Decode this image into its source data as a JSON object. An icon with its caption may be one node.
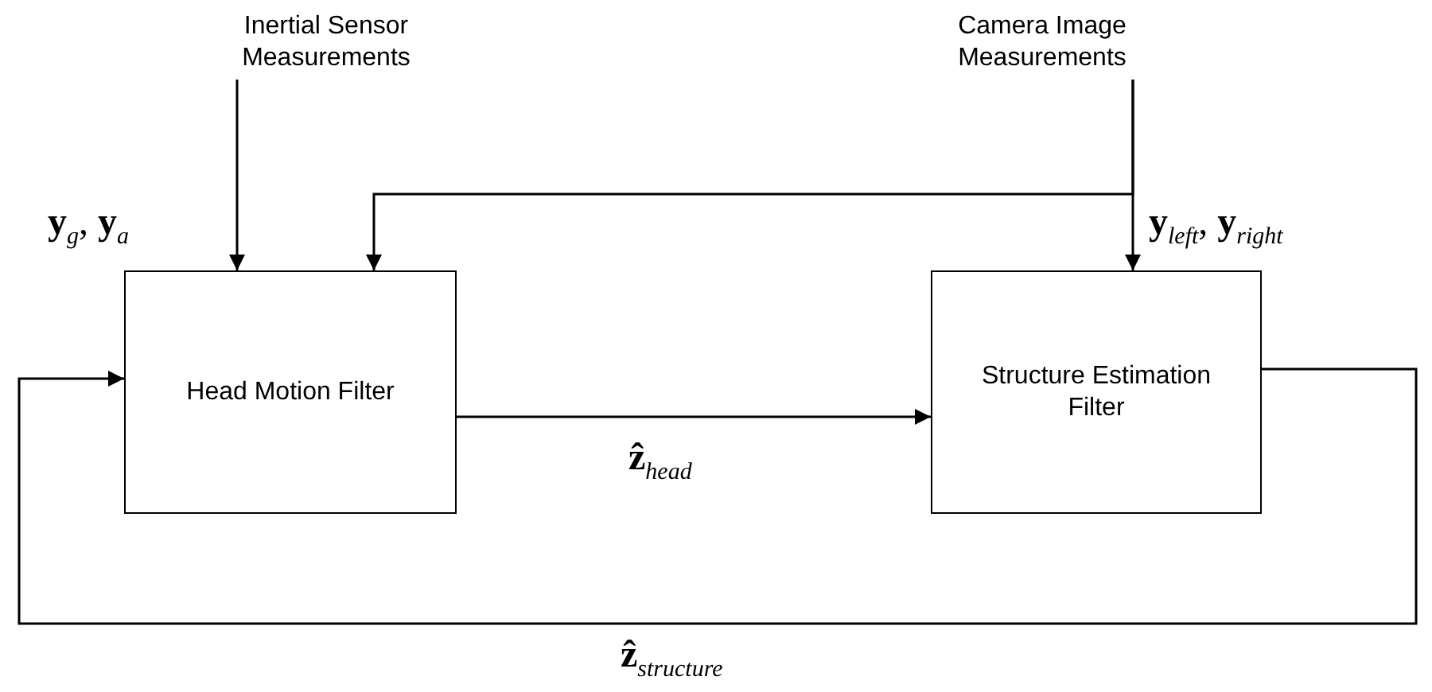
{
  "diagram": {
    "nodes": [
      {
        "text": [
          "Inertial Sensor Measurements"
        ]
      },
      {
        "text": [
          "Camera Image Measurements"
        ]
      },
      {
        "text": [
          "Head Motion Filter"
        ]
      },
      {
        "text": [
          "Structure Estimation Filter"
        ]
      }
    ],
    "edges": [
      {
        "from": 0,
        "to": 2,
        "arrow": "to",
        "label": "**y**$_{g}$, **y**$_{a}$"
      },
      {
        "from": 1,
        "to": 3,
        "arrow": "to",
        "label": "**y**$_{left}$, **y**$_{right}$"
      },
      {
        "from": 1,
        "to": 2,
        "arrow": "to"
      },
      {
        "from": 2,
        "to": 3,
        "arrow": "to",
        "label": "**ẑ**$_{head}$"
      },
      {
        "from": 3,
        "to": 2,
        "arrow": "to",
        "label": "**ẑ**$_{structure}$"
      }
    ]
  }
}
